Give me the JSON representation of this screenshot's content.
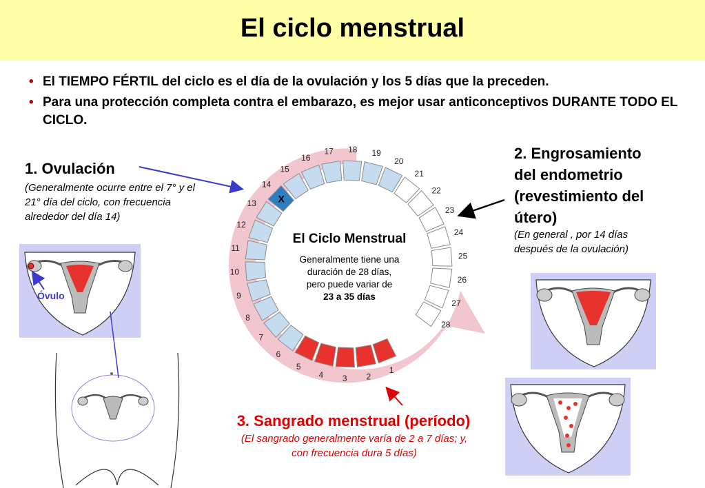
{
  "title": "El ciclo menstrual",
  "bullets": [
    "El TIEMPO FÉRTIL del ciclo es el día de la ovulación y los 5 días que la preceden.",
    "Para una protección completa contra el embarazo, es mejor usar anticonceptivos DURANTE TODO EL CICLO."
  ],
  "ovulation": {
    "heading": "1. Ovulación",
    "note": "(Generalmente ocurre entre el 7° y el 21° día del ciclo, con frecuencia alrededor del día 14)"
  },
  "thickening": {
    "heading_lines": [
      "2. Engrosamiento",
      "del endometrio",
      "(revestimiento del",
      "útero)"
    ],
    "note_lines": [
      "(En general , por 14 días",
      "después de la ovulación)"
    ]
  },
  "bleeding": {
    "heading": "3. Sangrado menstrual (período)",
    "note_lines": [
      "(El sangrado generalmente varía de 2 a 7 días; y,",
      "con frecuencia dura 5 días)"
    ]
  },
  "cycle": {
    "center_title": "El Ciclo Menstrual",
    "center_desc_lines": [
      "Generalmente tiene una",
      "duración de 28 días,",
      "pero puede variar de"
    ],
    "center_desc_bold": "23 a 35 días",
    "ovulation_mark": "X",
    "days": 28,
    "bleeding_days": [
      1,
      2,
      3,
      4,
      5
    ],
    "fertile_days": [
      9,
      10,
      11,
      12,
      13,
      14
    ],
    "ovulation_day": 14,
    "colors": {
      "bleeding": "#e8322e",
      "blue": "#c5dcf0",
      "ovulation": "#2d7fc0",
      "white": "#ffffff",
      "ring": "#f2c6cf"
    }
  },
  "ovum_label": "Óvulo",
  "colors": {
    "title_bg": "#ffffa8",
    "bullet": "#c00000",
    "panel": "#cfcff5",
    "arrow_blue": "#3a3acc",
    "red_text": "#e00000"
  }
}
